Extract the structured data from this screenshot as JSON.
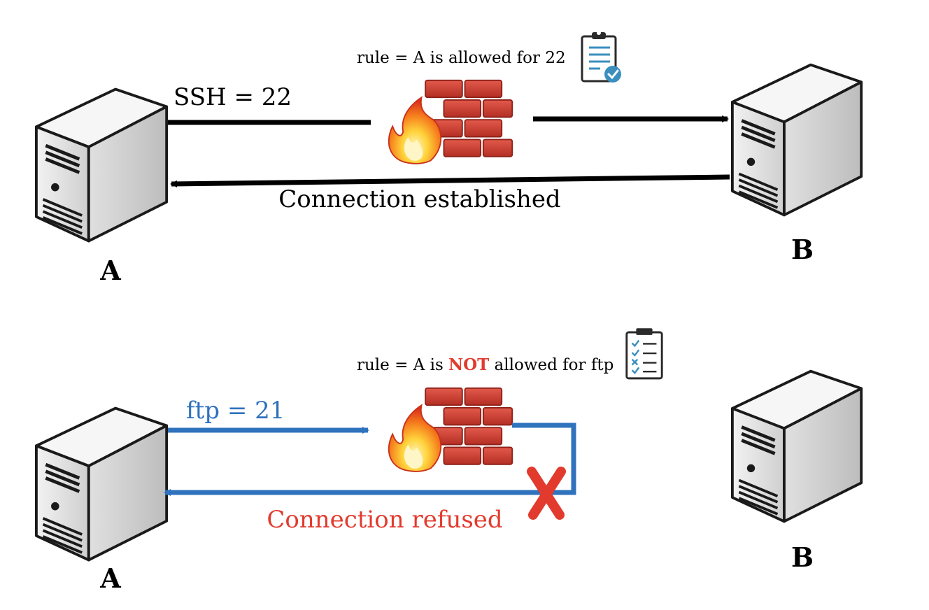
{
  "top": {
    "rule_label": "rule = A is allowed for 22",
    "protocol_label": "SSH = 22",
    "response_label": "Connection established",
    "left_host_label": "A",
    "right_host_label": "B"
  },
  "bottom": {
    "rule_prefix": "rule = A is ",
    "rule_emphasis": "NOT",
    "rule_suffix": " allowed for ftp",
    "protocol_label": "ftp = 21",
    "response_label": "Connection refused",
    "left_host_label": "A",
    "right_host_label": "B"
  },
  "colors": {
    "arrow_black": "#000000",
    "arrow_blue": "#2f72bd",
    "refused_red": "#e23b2e",
    "brick_red": "#c9372c"
  }
}
